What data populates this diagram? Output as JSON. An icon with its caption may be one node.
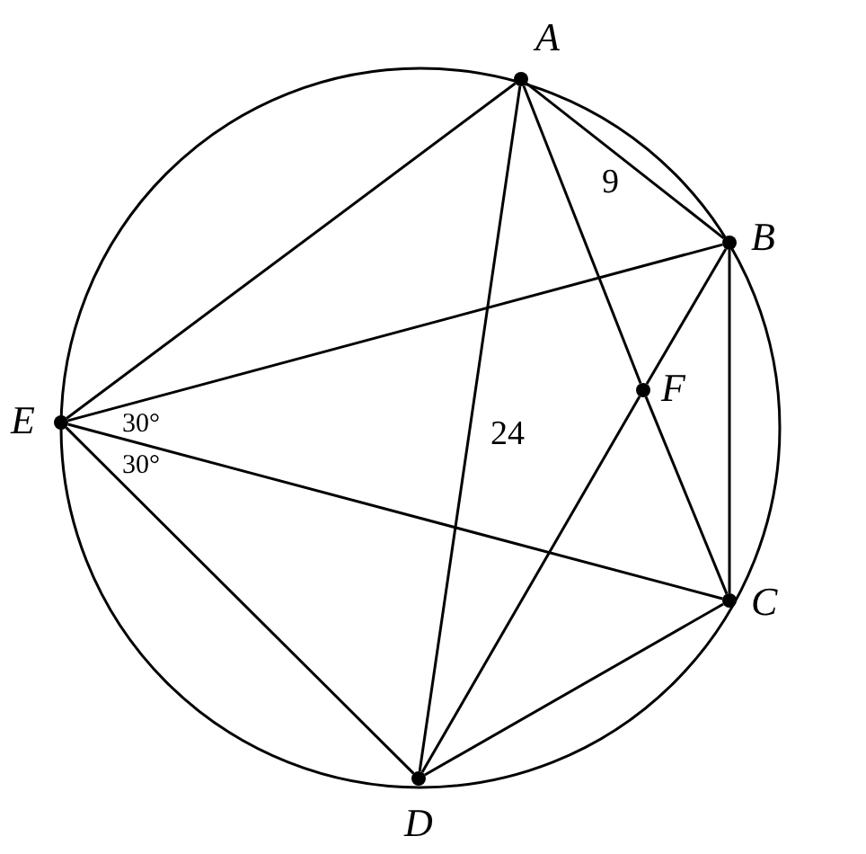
{
  "diagram": {
    "nodes": [
      {
        "text": [
          "A"
        ]
      },
      {
        "text": [
          "B"
        ]
      },
      {
        "text": [
          "C"
        ]
      },
      {
        "text": [
          "D"
        ]
      },
      {
        "text": [
          "E"
        ]
      },
      {
        "text": [
          "F"
        ]
      }
    ],
    "edges": [
      {
        "from": 0,
        "to": 1,
        "arrow": "none",
        "label": "9"
      },
      {
        "from": 0,
        "to": 4,
        "arrow": "none"
      },
      {
        "from": 0,
        "to": 3,
        "arrow": "none",
        "label": "24"
      },
      {
        "from": 0,
        "to": 5,
        "arrow": "none"
      },
      {
        "from": 5,
        "to": 2,
        "arrow": "none"
      },
      {
        "from": 1,
        "to": 4,
        "arrow": "none"
      },
      {
        "from": 1,
        "to": 5,
        "arrow": "none"
      },
      {
        "from": 5,
        "to": 3,
        "arrow": "none"
      },
      {
        "from": 1,
        "to": 2,
        "arrow": "none"
      },
      {
        "from": 4,
        "to": 2,
        "arrow": "none"
      },
      {
        "from": 4,
        "to": 3,
        "arrow": "none"
      },
      {
        "from": 3,
        "to": 2,
        "arrow": "none"
      }
    ],
    "labels": [
      "30°",
      "30°"
    ]
  }
}
